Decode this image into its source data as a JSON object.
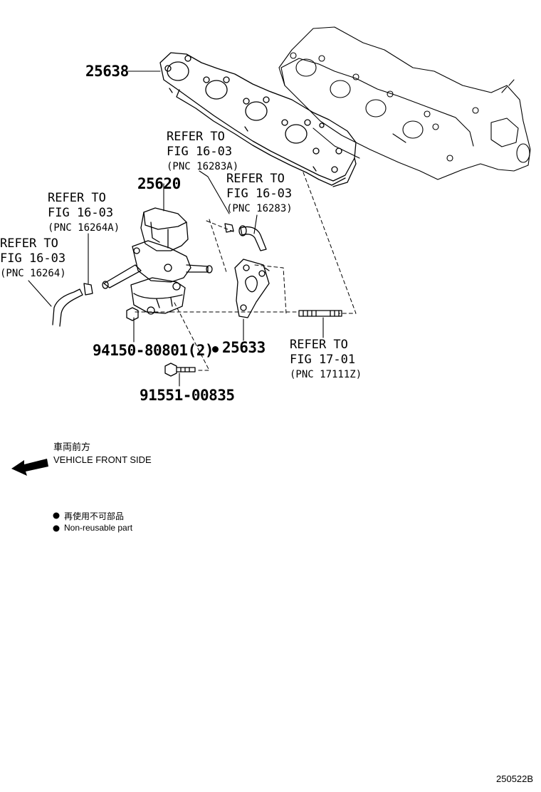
{
  "parts": {
    "manifold_pnc": "25638",
    "egr_valve_pnc": "25620",
    "gasket_pnc": "25633",
    "nut_pnc": "94150-80801(2)",
    "bolt_pnc": "91551-00835"
  },
  "refs": [
    {
      "line1": "REFER TO",
      "line2": "FIG 16-03",
      "pnc": "(PNC 16283A)"
    },
    {
      "line1": "REFER TO",
      "line2": "FIG 16-03",
      "pnc": "(PNC 16283)"
    },
    {
      "line1": "REFER TO",
      "line2": "FIG 16-03",
      "pnc": "(PNC 16264A)"
    },
    {
      "line1": "REFER TO",
      "line2": "FIG 16-03",
      "pnc": "(PNC 16264)"
    },
    {
      "line1": "REFER TO",
      "line2": "FIG 17-01",
      "pnc": "(PNC 17111Z)"
    }
  ],
  "direction": {
    "label_jp": "車両前方",
    "label_en": "VEHICLE FRONT SIDE",
    "icon": "arrow-left-icon"
  },
  "legend": {
    "label_jp": "再使用不可部品",
    "label_en": "Non-reusable part",
    "icon": "filled-dot-icon"
  },
  "figure_id": "250522B"
}
